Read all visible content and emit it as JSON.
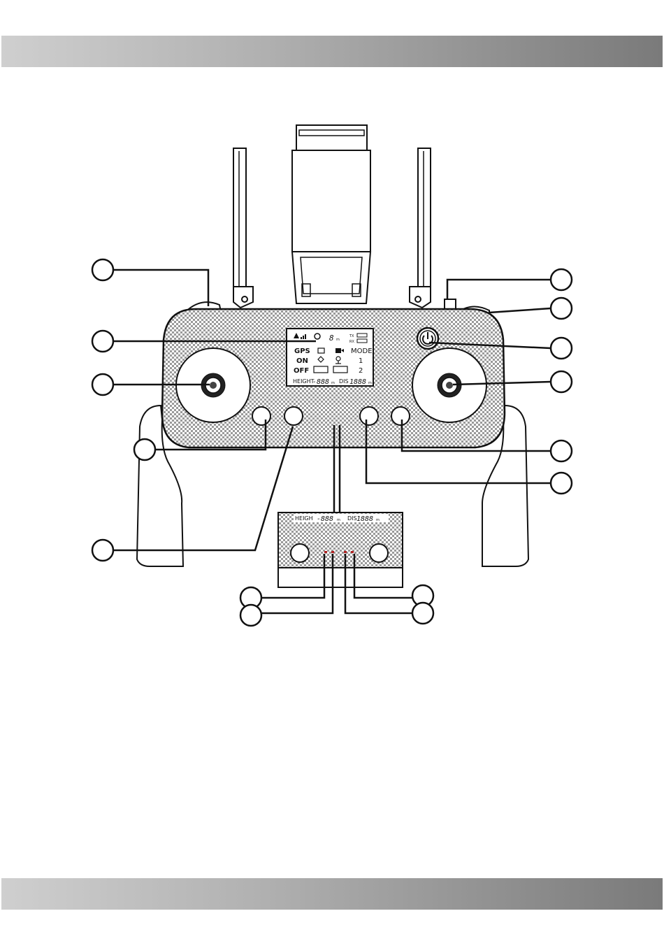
{
  "lcd": {
    "tx": "TX",
    "rx": "RX",
    "gps": "GPS",
    "mode": "MODE",
    "on": "ON",
    "one": "1",
    "off": "OFF",
    "two": "2",
    "height_label": "HEIGHT",
    "height_value": "-888",
    "height_unit": "m",
    "dis_label": "DIS",
    "dis_value": "1888",
    "dis_unit": "m",
    "channel_value": "8",
    "channel_unit": "m"
  },
  "inset": {
    "height_label": "HEIGH",
    "height_value": "-888",
    "height_unit": "m",
    "dis_label": "DIS",
    "dis_value": "1888",
    "dis_unit": "m"
  },
  "colors": {
    "accent": "#b22222",
    "line": "#111111"
  },
  "icons": [
    "signal-icon",
    "satellite-icon",
    "camera-icon",
    "video-icon",
    "location-pin-icon",
    "battery-icon",
    "power-icon"
  ]
}
